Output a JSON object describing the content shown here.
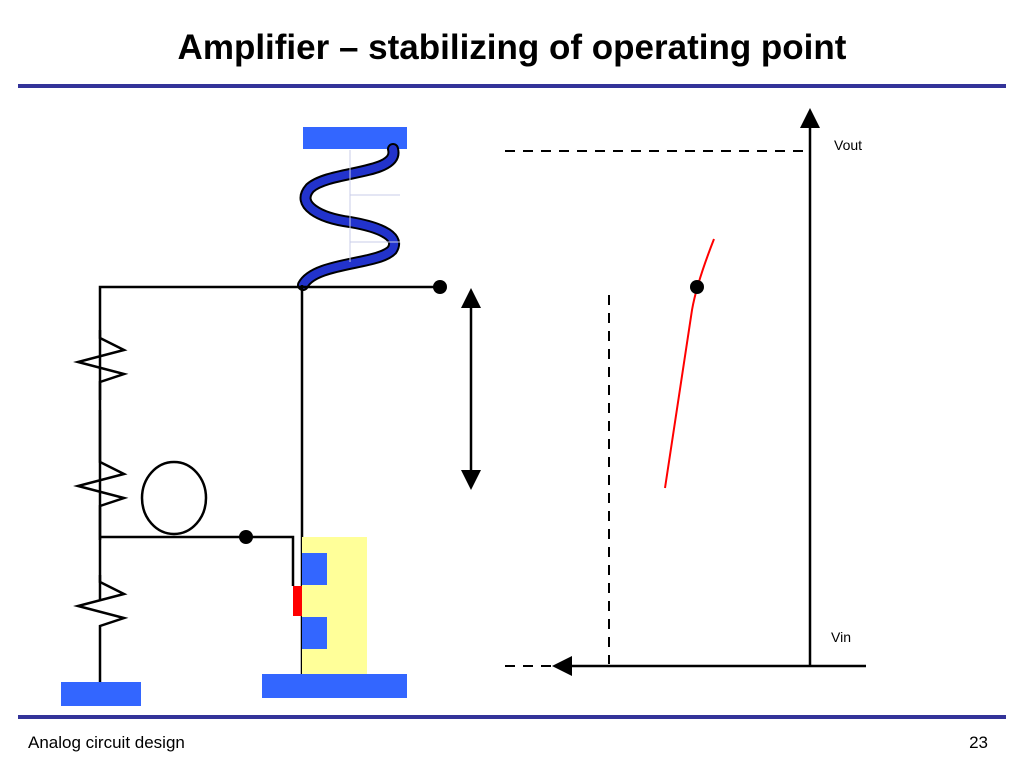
{
  "slide": {
    "title": "Amplifier – stabilizing of operating point",
    "footer_left": "Analog circuit design",
    "page_number": "23"
  },
  "graph": {
    "y_axis_label": "Vout",
    "x_axis_label": "Vin"
  },
  "colors": {
    "rule": "#333399",
    "terminal_fill": "#3366ff",
    "transistor_body": "#ffff99",
    "gate": "#ff0000",
    "transfer_curve": "#ff0000"
  }
}
